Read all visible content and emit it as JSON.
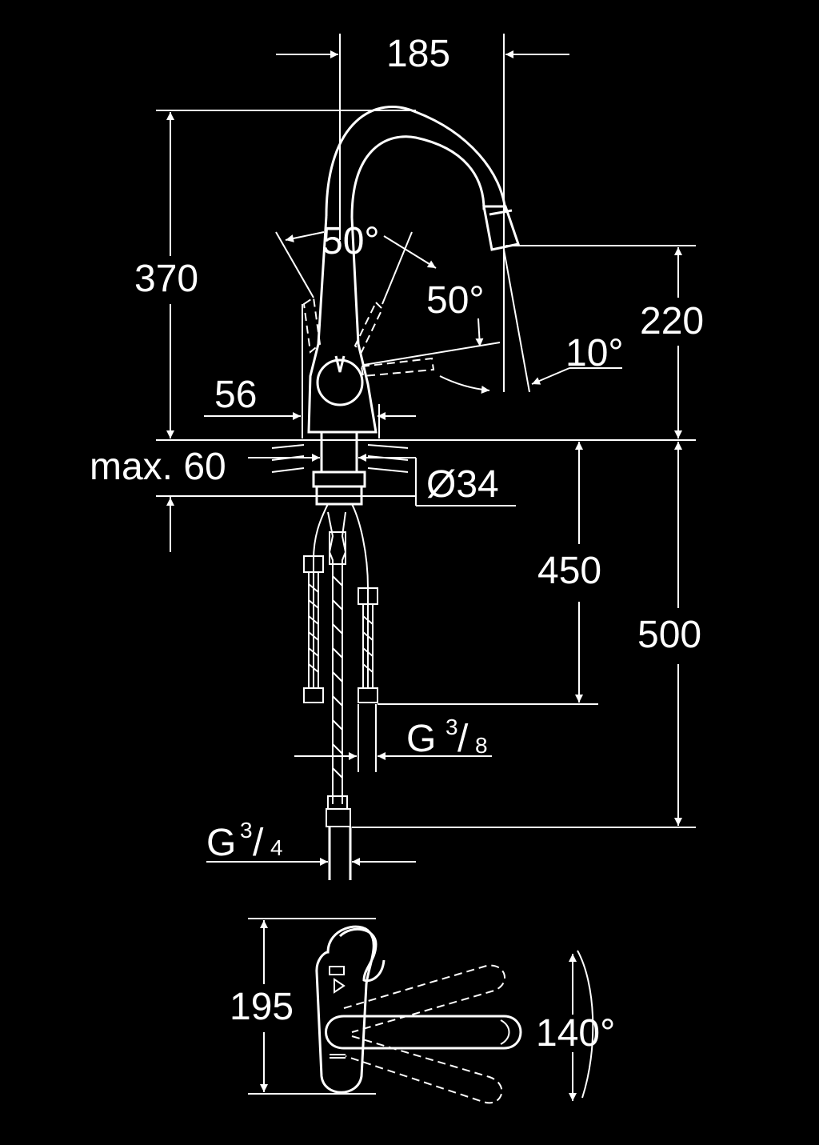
{
  "dimensions": {
    "width_185": "185",
    "height_370": "370",
    "angle_50_left": "50°",
    "angle_50_right": "50°",
    "height_220": "220",
    "angle_10": "10°",
    "dim_56": "56",
    "max_60": "max. 60",
    "dia_34": "Ø34",
    "hose_450": "450",
    "hose_500": "500",
    "thread_38": {
      "g": "G",
      "num": "3",
      "slash": "/",
      "den": "8"
    },
    "thread_34": {
      "g": "G",
      "num": "3",
      "slash": "/",
      "den": "4"
    },
    "depth_195": "195",
    "angle_140": "140°"
  },
  "colors": {
    "background": "#000000",
    "lines": "#ffffff"
  }
}
